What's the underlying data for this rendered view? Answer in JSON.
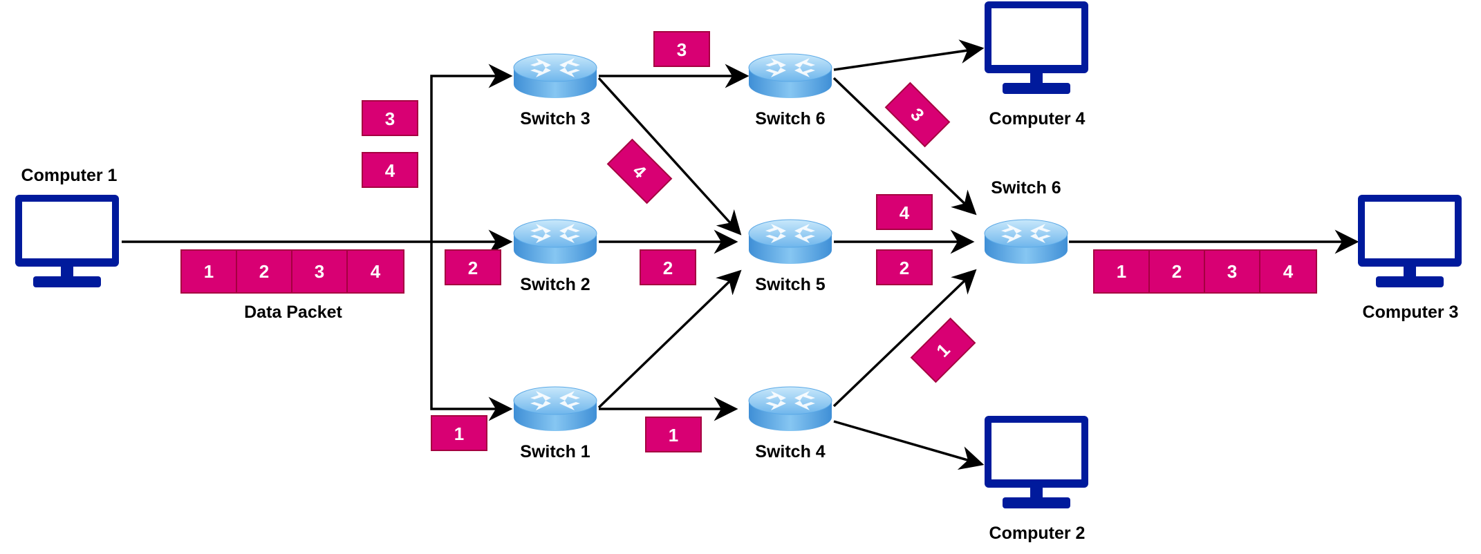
{
  "colors": {
    "packet": "#d80073",
    "packet_border": "#a50040",
    "computer": "#001a9c",
    "switch_top": "#9fd1f3",
    "switch_side": "#4a9fe0",
    "link": "#000000"
  },
  "computers": {
    "c1": {
      "label": "Computer 1",
      "icon": "monitor-icon"
    },
    "c2": {
      "label": "Computer 2",
      "icon": "monitor-icon"
    },
    "c3": {
      "label": "Computer 3",
      "icon": "monitor-icon"
    },
    "c4": {
      "label": "Computer 4",
      "icon": "monitor-icon"
    }
  },
  "switches": {
    "s1": {
      "label": "Switch 1",
      "icon": "router-switch-icon"
    },
    "s2": {
      "label": "Switch 2",
      "icon": "router-switch-icon"
    },
    "s3": {
      "label": "Switch 3",
      "icon": "router-switch-icon"
    },
    "s4": {
      "label": "Switch 4",
      "icon": "router-switch-icon"
    },
    "s5": {
      "label": "Switch 5",
      "icon": "router-switch-icon"
    },
    "s6a": {
      "label": "Switch 6",
      "icon": "router-switch-icon"
    },
    "s6b": {
      "label": "Switch 6",
      "icon": "router-switch-icon"
    }
  },
  "data_packet": {
    "caption": "Data Packet",
    "source_segments": [
      "1",
      "2",
      "3",
      "4"
    ],
    "received_segments": [
      "1",
      "2",
      "3",
      "4"
    ]
  },
  "in_transit": {
    "c1_s3_a": "3",
    "c1_s3_b": "4",
    "c1_s2": "2",
    "c1_s1": "1",
    "s3_s6": "3",
    "s3_s5": "4",
    "s2_s5": "2",
    "s1_s4": "1",
    "s6_s6": "3",
    "s5_s6_a": "4",
    "s5_s6_b": "2",
    "s4_s6": "1"
  }
}
